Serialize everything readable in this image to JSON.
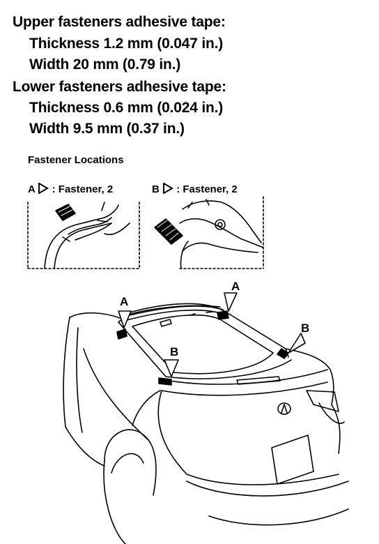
{
  "specs": {
    "upper_heading": "Upper fasteners adhesive tape:",
    "upper_thickness": "Thickness 1.2 mm (0.047 in.)",
    "upper_width": "Width 20 mm (0.79 in.)",
    "lower_heading": "Lower fasteners adhesive tape:",
    "lower_thickness": "Thickness 0.6 mm (0.024 in.)",
    "lower_width": "Width 9.5 mm (0.37 in.)"
  },
  "locations": {
    "title": "Fastener Locations",
    "legend_a_letter": "A",
    "legend_a_text": ": Fastener, 2",
    "legend_b_letter": "B",
    "legend_b_text": ": Fastener, 2"
  },
  "callouts": {
    "a_left": "A",
    "a_right": "A",
    "b_left": "B",
    "b_right": "B"
  }
}
